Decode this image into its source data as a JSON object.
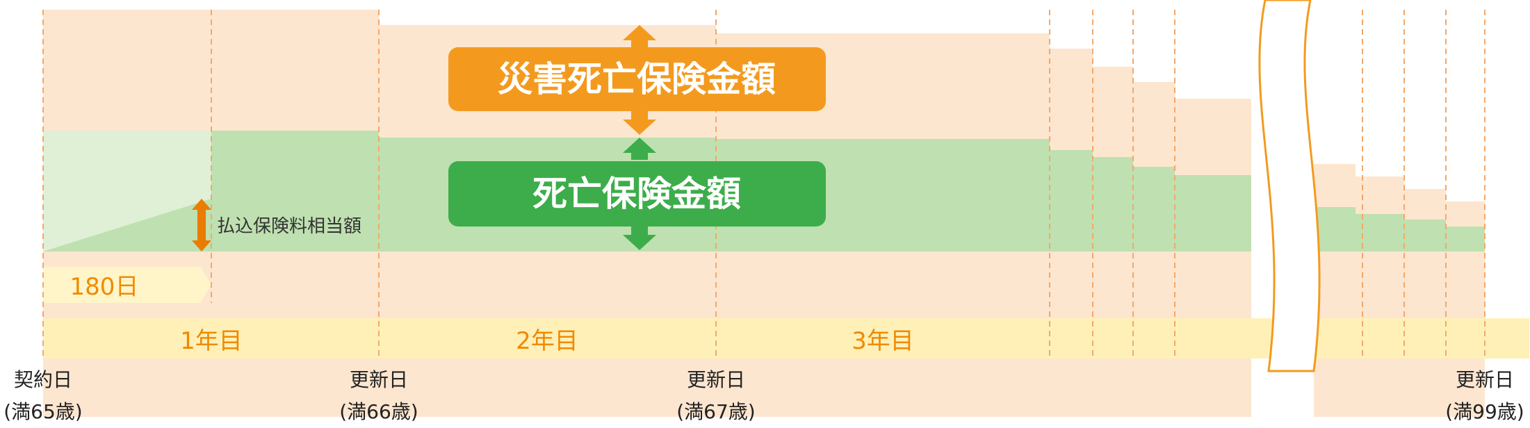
{
  "title_disaster": "災害死亡保険金額",
  "title_death": "死亡保険金額",
  "premium_label": "払込保険料相当額",
  "days_label": "180日",
  "years": [
    "1年目",
    "2年目",
    "3年目"
  ],
  "bottom_labels": [
    {
      "line1": "契約日",
      "line2": "(満65歳)"
    },
    {
      "line1": "更新日",
      "line2": "(満66歳)"
    },
    {
      "line1": "更新日",
      "line2": "(満67歳)"
    },
    {
      "line1": "更新日",
      "line2": "(満99歳)"
    }
  ],
  "colors": {
    "disaster_area": "#fde6cf",
    "death_area": "#bfe0b0",
    "premium_area": "#dff0d6",
    "year_bar": "#fff0b8",
    "days_bar": "#fff5c8",
    "accent_orange": "#f39a1e",
    "accent_green": "#3cad4a",
    "year_text": "#f08a00",
    "grid_line": "#f3a86a"
  }
}
